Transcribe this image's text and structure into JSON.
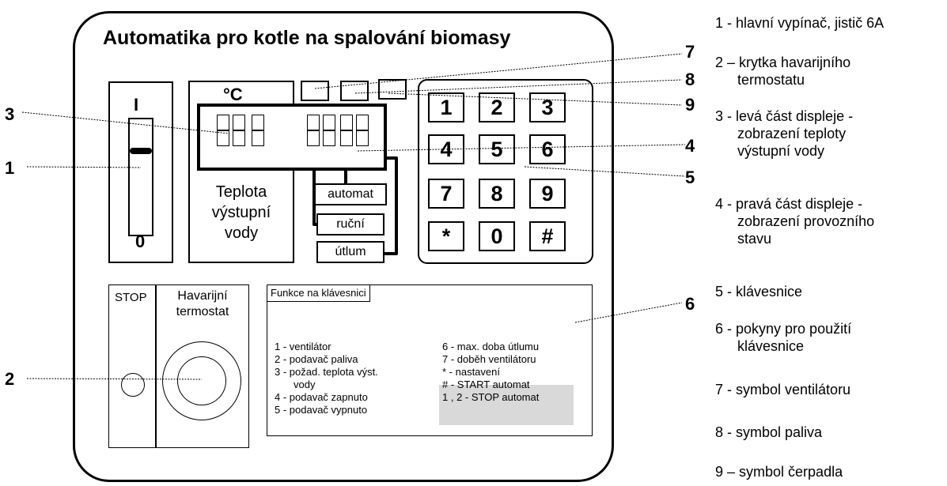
{
  "title": "Automatika pro kotle na spalování biomasy",
  "switch": {
    "on": "I",
    "off": "0"
  },
  "display": {
    "unit": "°C",
    "caption_lines": [
      "Teplota",
      "výstupní",
      "vody"
    ]
  },
  "modes": [
    "automat",
    "ruční",
    "útlum"
  ],
  "keypad": [
    "1",
    "2",
    "3",
    "4",
    "5",
    "6",
    "7",
    "8",
    "9",
    "*",
    "0",
    "#"
  ],
  "stop_label": "STOP",
  "thermostat_lines": [
    "Havarijní",
    "termostat"
  ],
  "functions": {
    "header": "Funkce na klávesnici",
    "left": [
      "1 - ventilátor",
      "2 - podavač paliva",
      "3 - požad. teplota výst.",
      "vody",
      "4 - podavač zapnuto",
      "5 - podavač vypnuto"
    ],
    "right": [
      "6 - max. doba útlumu",
      "7 - doběh ventilátoru",
      "* - nastavení",
      "# - START automat",
      "1 , 2 - STOP automat"
    ]
  },
  "callouts": [
    "1",
    "2",
    "3",
    "4",
    "5",
    "6",
    "7",
    "8",
    "9"
  ],
  "legend": [
    [
      "1 - hlavní vypínač, jistič 6A"
    ],
    [
      "2 – krytka havarijního",
      "termostatu"
    ],
    [
      "3 - levá část displeje -",
      "zobrazení teploty",
      "výstupní vody"
    ],
    [
      "4 - pravá část displeje -",
      "zobrazení provozního",
      "stavu"
    ],
    [
      "5 - klávesnice"
    ],
    [
      "6 - pokyny pro použití",
      "klávesnice"
    ],
    [
      "7 - symbol ventilátoru"
    ],
    [
      "8 - symbol paliva"
    ],
    [
      "9 – symbol čerpadla"
    ]
  ]
}
